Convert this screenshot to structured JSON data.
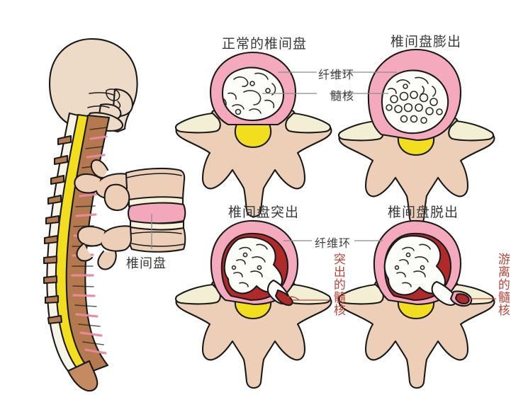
{
  "figure": {
    "type": "medical-illustration",
    "subject": "intervertebral disc herniation stages",
    "background": "#ffffff"
  },
  "palette": {
    "skull_fill": "#ecd9c6",
    "vertebra_brown": "#b5794f",
    "vertebra_tan": "#eccfb6",
    "disc_pink": "#f0a8b8",
    "annulus_pink": "#f4a9bc",
    "annulus_dark_red": "#b02a2a",
    "nucleus_white": "#fdfdfa",
    "cord_yellow": "#f2de1e",
    "process_cream": "#f2efd4",
    "outline": "#1a1a1a",
    "label_gray": "#3a3a3a",
    "label_red": "#bf4237",
    "leader_line": "#8c8c8c"
  },
  "left_diagram": {
    "name": "lateral-spine-with-skull",
    "parts": [
      "skull",
      "cervical-spine",
      "thoracic-spine",
      "lumbar-spine",
      "spinal-cord",
      "sacrum"
    ]
  },
  "lumbar_detail": {
    "name": "lumbar-vertebrae-lateral-view",
    "label": "椎间盘"
  },
  "panels": [
    {
      "id": "normal",
      "title": "正常的椎间盘",
      "labels": [
        "纤维环",
        "髓核"
      ],
      "red_label": null
    },
    {
      "id": "bulging",
      "title": "椎间盘膨出",
      "labels": [],
      "red_label": null
    },
    {
      "id": "protrusion",
      "title": "椎间盘突出",
      "labels": [
        "纤维环"
      ],
      "red_label": "突出的髓核"
    },
    {
      "id": "extrusion",
      "title": "椎间盘脱出",
      "labels": [],
      "red_label": "游离的髓核"
    }
  ],
  "shared_labels": {
    "annulus": "纤维环",
    "nucleus": "髓核",
    "disc": "椎间盘"
  }
}
